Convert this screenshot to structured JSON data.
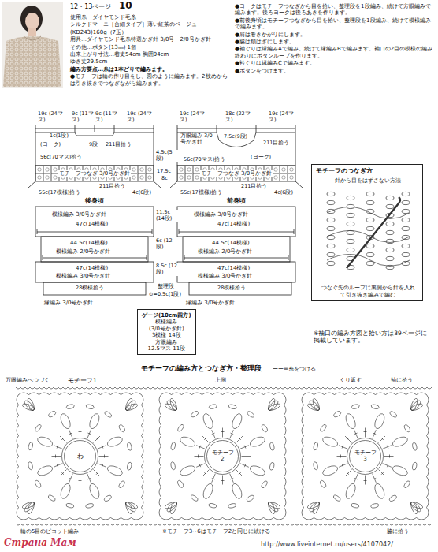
{
  "diagram": {
    "nodes": [
      {
        "text": [
          "(ヨーク)"
        ]
      },
      {
        "text": [
          "モチーフつなぎ 3/0号かぎ針"
        ]
      },
      {
        "text": [
          "後身頃"
        ]
      },
      {
        "text": [
          "(ヨーク)"
        ]
      },
      {
        "text": [
          "モチーフつなぎ 3/0号かぎ針"
        ]
      },
      {
        "text": [
          "前身頃"
        ]
      },
      {
        "text": [
          "ゲージ(10cm四方)",
          "模様編み",
          "(3/0号かぎ針)",
          "3模様 14段",
          "方眼編み",
          "12.5マス 11段"
        ]
      },
      {
        "text": [
          "モチーフのつなぎ方",
          "針から目をはずさない方法",
          "つなぐ先のループに裏側から針を入れて引き抜き編みで編む"
        ]
      },
      {
        "text": [
          "モチーフ1",
          "わ"
        ]
      },
      {
        "text": [
          "モチーフ 2"
        ]
      },
      {
        "text": [
          "モチーフ 3"
        ]
      }
    ],
    "labels": [
      "12・13ページ",
      "10",
      "使用糸・ダイヤモンド毛糸",
      "シルクドマーニ［合細タイプ］薄い紅茶のベージュ",
      "(KD243)160g（7玉）",
      "用具…ダイヤモンド毛糸特選かぎ針 3/0号・2/0号かぎ針",
      "その他…ボタン(13㎜) 1個",
      "出来上がり寸法…着丈54cm 胸囲94cm",
      "ゆき丈29.5cm",
      "編み方要点…糸は1本どりで編みます。",
      "●モチーフは輪の作り目をし、図のように編みます。2枚めからは引き抜きでつなぎながら編みます。",
      "●ヨークはモチーフつなぎから目を拾い、整理段を1段編み、続けて方眼編みで編みます。後ろヨークは後ろあきを作ります。",
      "●前後身頃はモチーフつなぎから目を拾い、整理段を1段編み、続けて模様編みで編みます。",
      "●肩は巻きかがりにします。",
      "●脇は鎖はぎにします。",
      "●袖ぐりは縁編みAで編み、続けて縁編みBで編みます。袖口の2目の模様の編み終わりにボタンループを作ります。",
      "●衿ぐりは縁編みCで編みます。",
      "●ボタンをつけます。",
      "19c (24マス)",
      "9c (11マス)",
      "9c (11マス)",
      "19c (24マス)",
      "1c(1段)",
      "9段",
      "211目拾う",
      "56c(70マス)拾う",
      "211目拾う",
      "55c(17模様)拾う",
      "4c(6段)",
      "模様編み 3/0号かぎ針",
      "47c(14模様)",
      "44.5c(14模様)",
      "模様編み 2/0号かぎ針",
      "47c(14模様)",
      "模様編み 3/0号かぎ針",
      "28模様拾う",
      "縁編み 3/0号かぎ針",
      "4.5c(5段)",
      "17.5c",
      "8c",
      "11.5c (14段)",
      "6c (12段)",
      "8.5c (12段)",
      "整理段",
      "⊙=0.5c(1段)",
      "19c (24マス)",
      "18c (22マス)",
      "19c (24マス)",
      "万眼編み 3/0号かぎ針",
      "7.5c(9段)",
      "211目拾う",
      "56c(70マス)拾う",
      "4c(6段)",
      "211目拾う",
      "55c(17模様)拾う",
      "模様編み 3/0号かぎ針",
      "47c(14模様)",
      "44.5c(14模様)",
      "模様編み 2/0号かぎ針",
      "47c(14模様)",
      "模様編み 3/0号かぎ針",
      "28模様拾う",
      "縁編み 3/0号かぎ針",
      "※袖口の編み方図と拾い方は39ページに掲載しています。",
      "モチーフの編み方とつなぎ方・整理段",
      "ーー=糸をつける",
      "万眼編みへつづく",
      "上側",
      "くり返す",
      "袖に拾う",
      "輪の5目のピコット編み",
      "※モチーフ3~6はモチーフ2と同じに続ける",
      "脇に拾う",
      "Страна Мам",
      "http://www.liveinternet.ru/users/4107042/"
    ]
  }
}
